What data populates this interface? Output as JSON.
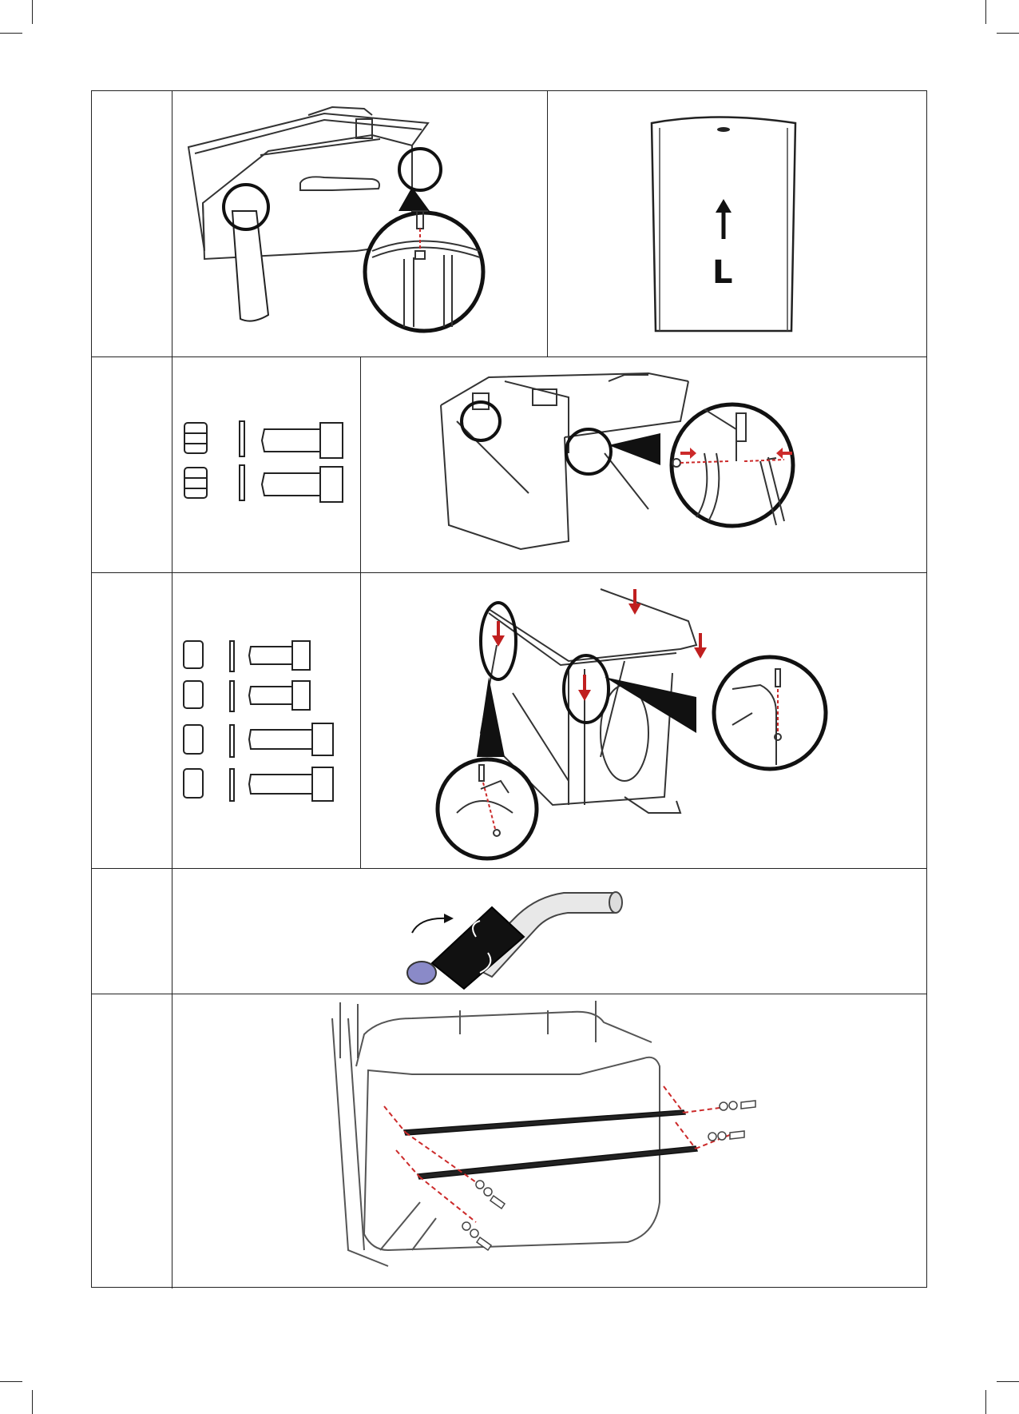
{
  "page": {
    "steps": [
      {
        "id": "step-1",
        "number": "",
        "panels": [
          "frame-leg-insert",
          "leg-orientation"
        ]
      },
      {
        "id": "step-2",
        "number": "",
        "panels": [
          "hardware-set-2",
          "bag-frame-side-bolt"
        ]
      },
      {
        "id": "step-3",
        "number": "",
        "panels": [
          "hardware-set-3",
          "handle-bar-fit"
        ]
      },
      {
        "id": "step-4",
        "number": "",
        "panels": [
          "grip-wrap"
        ]
      },
      {
        "id": "step-5",
        "number": "",
        "panels": [
          "cross-bars-fit"
        ]
      }
    ],
    "leg_marker": {
      "letter": "L",
      "arrow": "up"
    },
    "hardware": {
      "step2": {
        "nuts": 2,
        "washers": 2,
        "bolts": 2
      },
      "step3": {
        "nuts": 4,
        "washers": 4,
        "bolts": 4
      }
    },
    "colors": {
      "line": "#222222",
      "accent_red": "#cc2a2a",
      "grip": "#111111",
      "cap": "#8a8ac8"
    }
  }
}
